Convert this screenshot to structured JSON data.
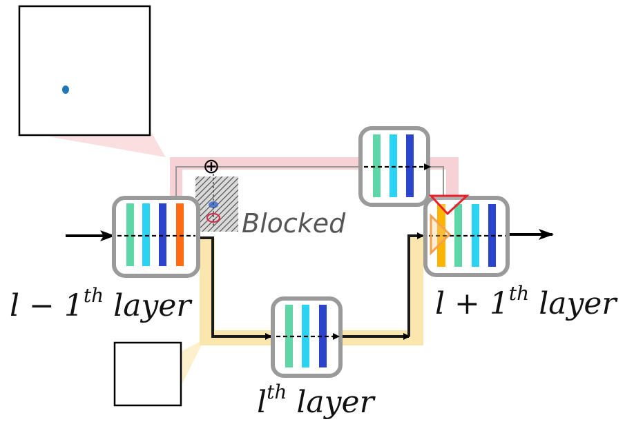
{
  "labels": {
    "blocked": "Blocked",
    "layer_prev_base": "l − 1",
    "layer_prev_sup": "th",
    "layer_prev_suffix": " layer",
    "layer_cur_base": "l",
    "layer_cur_sup": "th",
    "layer_cur_suffix": " layer",
    "layer_next_base": "l + 1",
    "layer_next_sup": "th",
    "layer_next_suffix": " layer",
    "plus_symbol": "⊕"
  },
  "colors": {
    "bar_green": "#5fd6a8",
    "bar_cyan": "#2bd3f2",
    "bar_blue": "#2a44cc",
    "bar_orange": "#ff6a13",
    "bar_yellow": "#ffb400",
    "skip_path": "#f6d2d4",
    "main_path": "#fbe6ae",
    "box_border": "#9a9a9a",
    "triangle_red": "#e8202a",
    "triangle_orange": "#f4a04a"
  }
}
